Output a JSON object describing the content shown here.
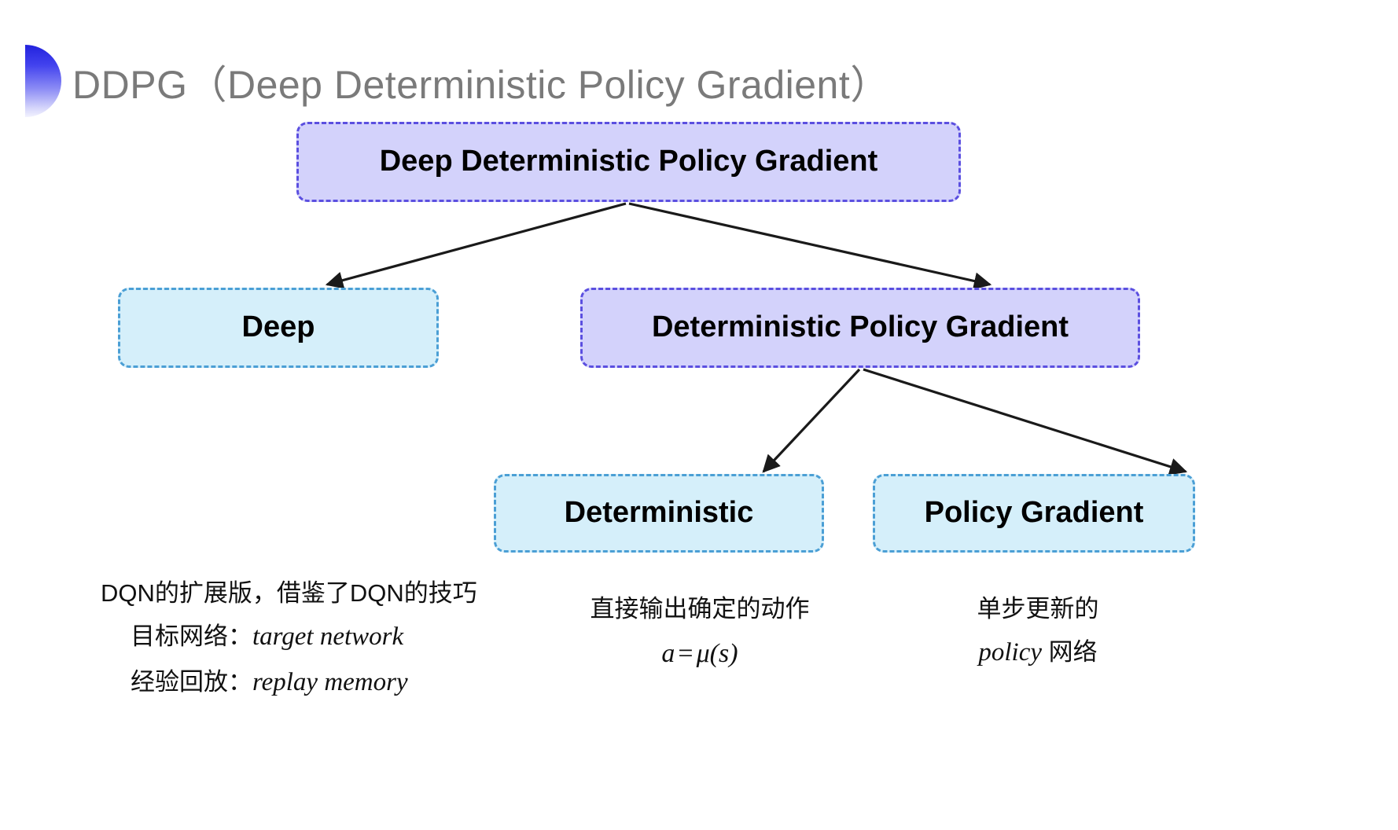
{
  "slide": {
    "title": "DDPG（Deep Deterministic Policy Gradient）",
    "bullet_icon": "half-circle-gradient-icon",
    "background_color": "#ffffff",
    "title_color": "#7a7a7a"
  },
  "colors": {
    "parent_node_fill": "#d3d2fb",
    "parent_node_border": "#5b4fe0",
    "leaf_node_fill": "#d5effa",
    "leaf_node_border": "#4b9fd5",
    "arrow": "#1a1a1a",
    "bullet_gradient_start": "#2222dd",
    "bullet_gradient_end": "#f2f2fe"
  },
  "diagram": {
    "type": "tree",
    "nodes": [
      {
        "id": "root",
        "label": "Deep Deterministic Policy Gradient",
        "style": "parent"
      },
      {
        "id": "deep",
        "label": "Deep",
        "style": "leaf"
      },
      {
        "id": "dpg",
        "label": "Deterministic Policy Gradient",
        "style": "parent"
      },
      {
        "id": "deterministic",
        "label": "Deterministic",
        "style": "leaf"
      },
      {
        "id": "policy_gradient",
        "label": "Policy Gradient",
        "style": "leaf"
      }
    ],
    "edges": [
      {
        "from": "root",
        "to": "deep"
      },
      {
        "from": "root",
        "to": "dpg"
      },
      {
        "from": "dpg",
        "to": "deterministic"
      },
      {
        "from": "dpg",
        "to": "policy_gradient"
      }
    ]
  },
  "annotations": {
    "deep": {
      "line1": "DQN的扩展版，借鉴了DQN的技巧",
      "line2_label": "目标网络：",
      "line2_term": "target network",
      "line3_label": "经验回放：",
      "line3_term": "replay memory"
    },
    "deterministic": {
      "line1": "直接输出确定的动作",
      "formula_lhs": "a",
      "formula_op": "=",
      "formula_rhs": "μ(s)"
    },
    "policy_gradient": {
      "line1": "单步更新的",
      "line2_term": "policy",
      "line2_suffix": " 网络"
    }
  }
}
